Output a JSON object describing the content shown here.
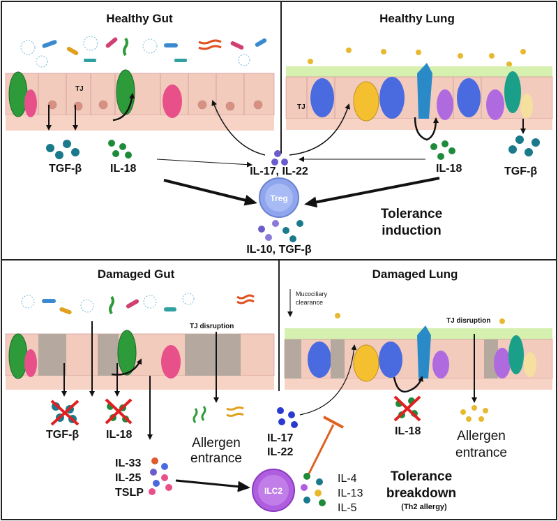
{
  "panels": {
    "healthy_gut": {
      "title": "Healthy Gut",
      "tj": "TJ",
      "tgf": "TGF-β",
      "il18": "IL-18"
    },
    "healthy_lung": {
      "title": "Healthy Lung",
      "tj": "TJ",
      "il18": "IL-18",
      "tgf": "TGF-β"
    },
    "healthy_center": {
      "il17_22": "IL-17, IL-22",
      "treg": "Treg",
      "il10_tgf": "IL-10, TGF-β",
      "tolerance_1": "Tolerance",
      "tolerance_2": "induction"
    },
    "damaged_gut": {
      "title": "Damaged Gut",
      "tj_disruption": "TJ disruption",
      "tgf": "TGF-β",
      "il18": "IL-18",
      "allergen_1": "Allergen",
      "allergen_2": "entrance",
      "il33": "IL-33",
      "il25": "IL-25",
      "tslp": "TSLP",
      "ilc2": "ILC2"
    },
    "damaged_lung": {
      "title": "Damaged Lung",
      "mucociliary_1": "Mucociliary",
      "mucociliary_2": "clearance",
      "tj_disruption": "TJ disruption",
      "il17": "IL-17",
      "il22": "IL-22",
      "il18": "IL-18",
      "allergen_1": "Allergen",
      "allergen_2": "entrance",
      "il4": "IL-4",
      "il13": "IL-13",
      "il5": "IL-5",
      "breakdown_1": "Tolerance",
      "breakdown_2": "breakdown",
      "th2": "(Th2 allergy)"
    }
  },
  "colors": {
    "epithelium": "#f2cbbd",
    "basement": "#f4c2b4",
    "goblet": "#2e9b3a",
    "mucus_lung": "#d6f0b0",
    "treg": "#8fa6ee",
    "ilc2": "#b05ee0",
    "cytokine_teal": "#1a7a8c",
    "cytokine_green": "#1e8a3a",
    "cytokine_purple": "#6a5ccc",
    "inhibit": "#e06020",
    "cross": "#e02020",
    "allergen": "#e8b830"
  }
}
